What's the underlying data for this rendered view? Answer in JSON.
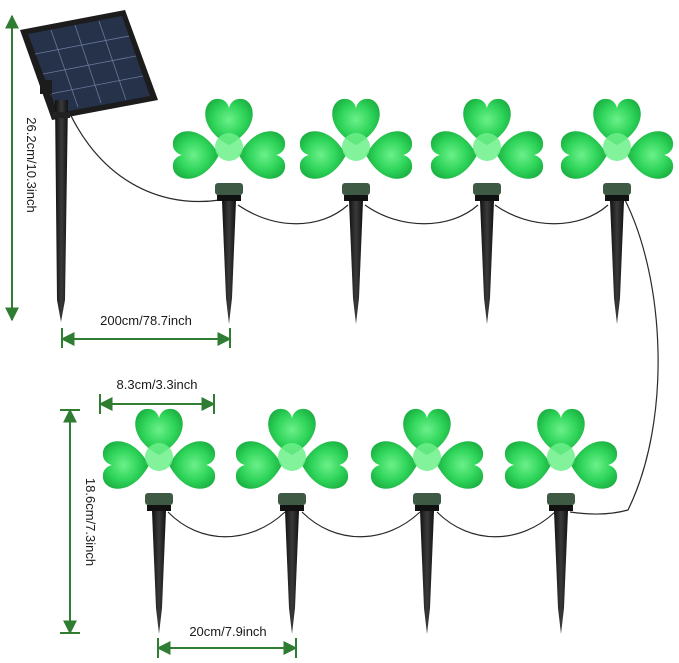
{
  "colors": {
    "dimension": "#2e7d32",
    "clover_light": "#6cf08a",
    "clover_mid": "#2fd55a",
    "clover_dark": "#16a83c",
    "stake": "#1f1f1f",
    "wire": "#2a2a2a",
    "panel_frame": "#1c1c1c",
    "panel_cell": "#26314a",
    "text": "#1a1a1a"
  },
  "icons": [
    "solar-panel-icon",
    "shamrock-light-icon",
    "ground-stake-icon"
  ],
  "dimensions": {
    "panel_height": "26.2cm/10.3inch",
    "cable_to_first": "200cm/78.7inch",
    "clover_width": "8.3cm/3.3inch",
    "light_height": "18.6cm/7.3inch",
    "light_spacing": "20cm/7.9inch"
  },
  "lights": {
    "top_row_count": 4,
    "bottom_row_count": 4
  }
}
